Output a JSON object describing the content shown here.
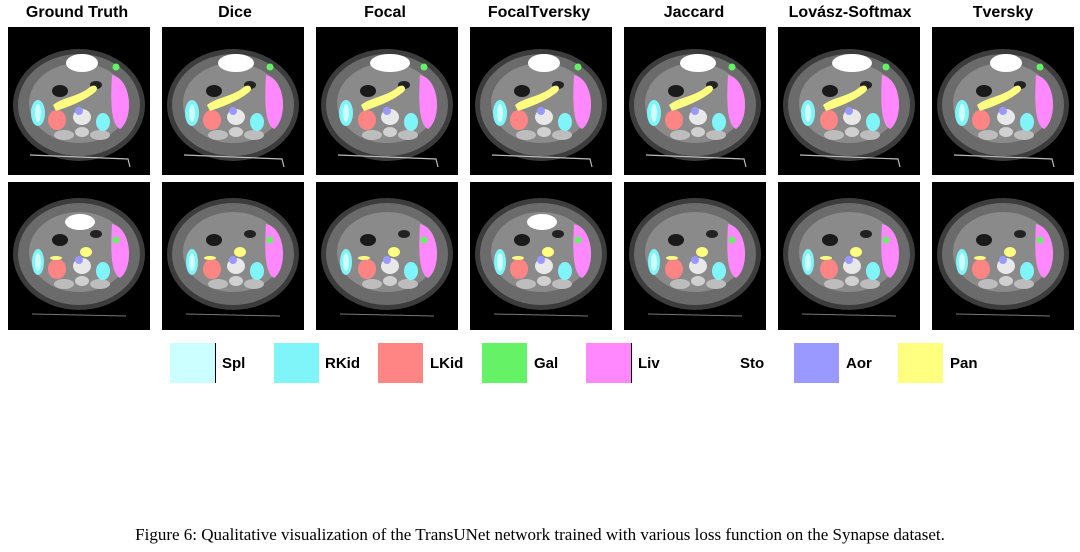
{
  "figure": {
    "columns": [
      "Ground Truth",
      "Dice",
      "Focal",
      "FocalTversky",
      "Jaccard",
      "Lovász-Softmax",
      "Tversky"
    ],
    "legend": [
      {
        "label": "Spl",
        "color": "#ccffff"
      },
      {
        "label": "RKid",
        "color": "#7ff5fa"
      },
      {
        "label": "LKid",
        "color": "#ff8585"
      },
      {
        "label": "Gal",
        "color": "#66f266"
      },
      {
        "label": "Liv",
        "color": "#ff88ff"
      },
      {
        "label": "Sto",
        "color": "#ffffff"
      },
      {
        "label": "Aor",
        "color": "#9999ff"
      },
      {
        "label": "Pan",
        "color": "#ffff80"
      }
    ],
    "caption": "Figure 6: Qualitative visualization of the TransUNet network trained with various loss function on the Synapse dataset."
  }
}
